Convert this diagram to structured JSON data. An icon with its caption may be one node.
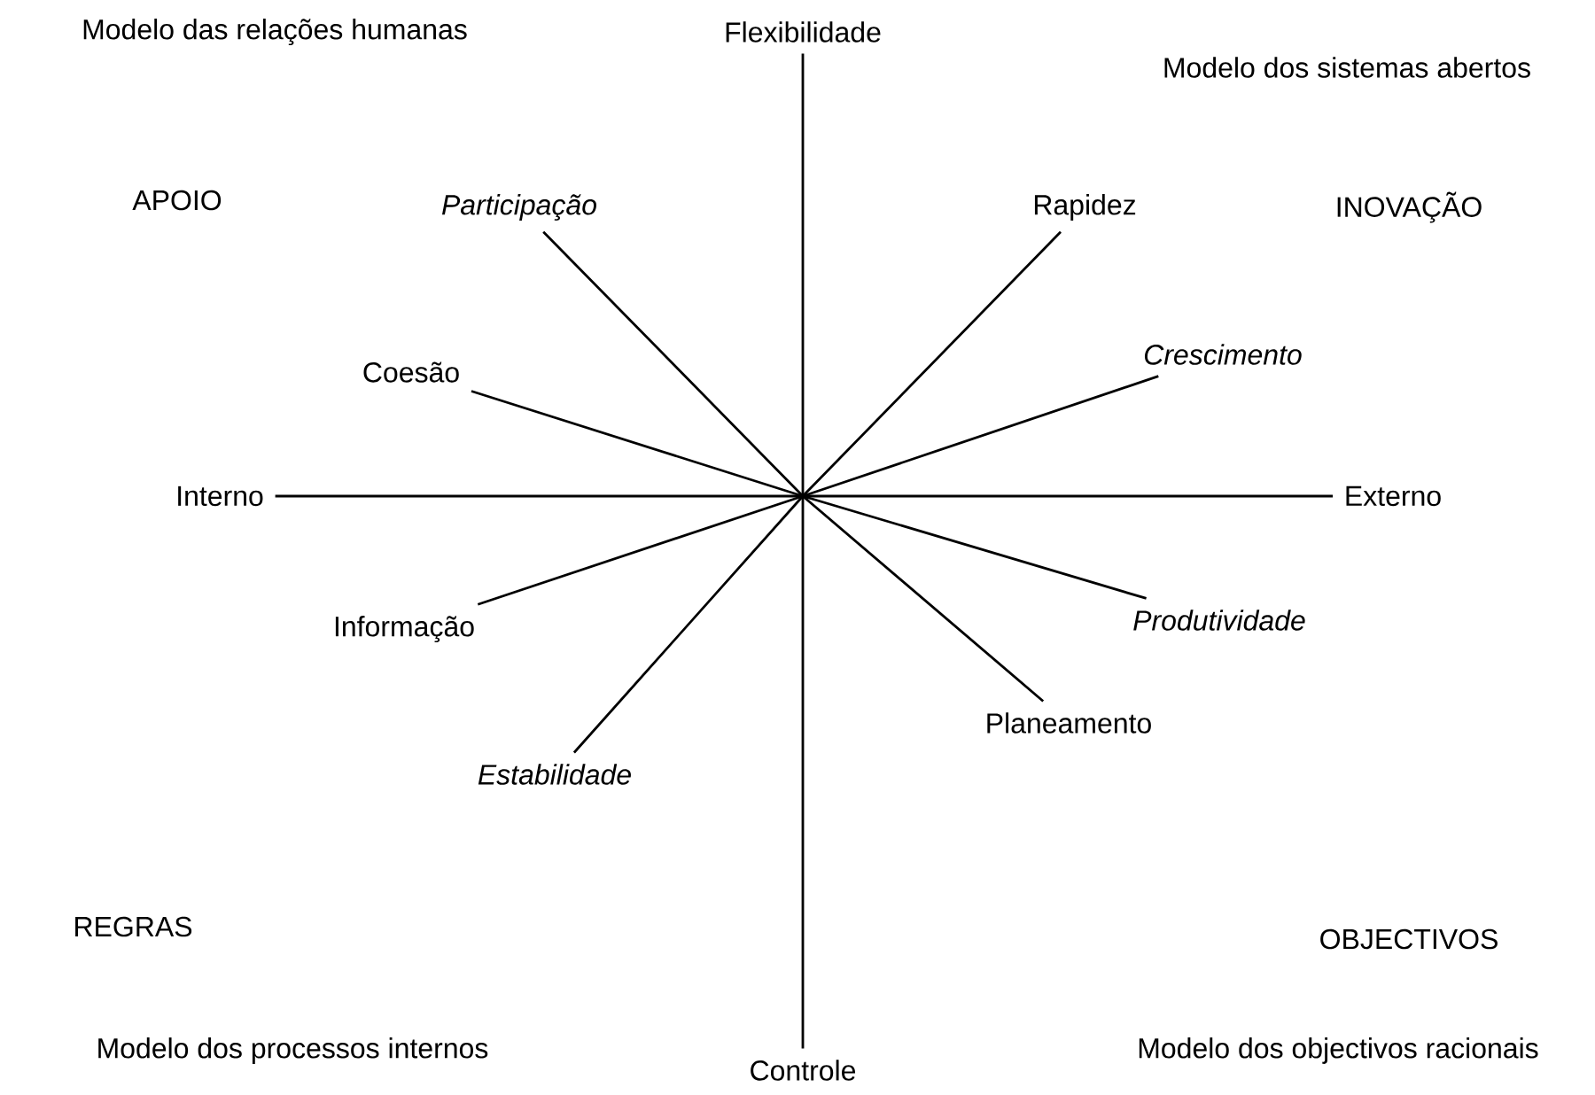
{
  "diagram": {
    "nodes": [
      {
        "text": [
          "Flexibilidade"
        ]
      },
      {
        "text": [
          "Controle"
        ]
      },
      {
        "text": [
          "Interno"
        ]
      },
      {
        "text": [
          "Externo"
        ]
      },
      {
        "text": [
          "Participação"
        ]
      },
      {
        "text": [
          "Planeamento"
        ]
      },
      {
        "text": [
          "Coesão"
        ]
      },
      {
        "text": [
          "Produtividade"
        ]
      },
      {
        "text": [
          "Informação"
        ]
      },
      {
        "text": [
          "Crescimento"
        ]
      },
      {
        "text": [
          "Estabilidade"
        ]
      },
      {
        "text": [
          "Rapidez"
        ]
      }
    ],
    "edges": [
      {
        "from": 0,
        "to": 1,
        "arrow": "none"
      },
      {
        "from": 2,
        "to": 3,
        "arrow": "none"
      },
      {
        "from": 4,
        "to": 5,
        "arrow": "none"
      },
      {
        "from": 6,
        "to": 7,
        "arrow": "none"
      },
      {
        "from": 8,
        "to": 9,
        "arrow": "none"
      },
      {
        "from": 10,
        "to": 11,
        "arrow": "none"
      }
    ],
    "labels": [
      "Modelo das relações humanas",
      "Modelo dos sistemas abertos",
      "APOIO",
      "INOVAÇÃO",
      "REGRAS",
      "OBJECTIVOS",
      "Modelo dos processos internos",
      "Modelo dos objectivos racionais"
    ]
  }
}
